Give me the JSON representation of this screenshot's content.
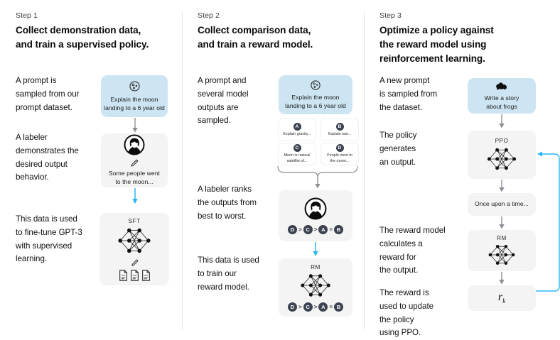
{
  "colors": {
    "prompt_box": "#cde5f2",
    "panel": "#f4f4f4",
    "arrow_gray": "#8e8e96",
    "arrow_blue": "#29b6f6",
    "badge": "#3b4250",
    "divider": "#e2e2e2"
  },
  "steps": [
    {
      "label": "Step 1",
      "title": "Collect demonstration data,\nand train a supervised policy.",
      "captions": [
        "A prompt is\nsampled from our\nprompt dataset.",
        "A labeler\ndemonstrates the\ndesired output\nbehavior.",
        "This data is used\nto fine-tune GPT-3\nwith supervised\nlearning."
      ],
      "prompt_box": {
        "icon": "moon-icon",
        "text": "Explain the moon\nlanding to a 6 year old"
      },
      "labeler_box": {
        "icon": "labeler-avatar-icon",
        "pencil": "pencil-icon",
        "text": "Some people went\nto the moon..."
      },
      "model_box": {
        "label": "SFT",
        "icon": "neural-network-icon",
        "pencil": "pencil-icon",
        "docs": "documents-icon"
      }
    },
    {
      "label": "Step 2",
      "title": "Collect comparison data,\nand train a reward model.",
      "captions": [
        "A prompt and\nseveral model\noutputs are\nsampled.",
        "A labeler ranks\nthe outputs from\nbest to worst.",
        "This data is used\nto train our\nreward model."
      ],
      "prompt_box": {
        "icon": "moon-icon",
        "text": "Explain the moon\nlanding to a 6 year old"
      },
      "options": [
        {
          "letter": "A",
          "text": "Explain gravity..."
        },
        {
          "letter": "B",
          "text": "Explain war..."
        },
        {
          "letter": "C",
          "text": "Moon is natural\nsatellite of..."
        },
        {
          "letter": "D",
          "text": "People went to\nthe moon..."
        }
      ],
      "ranking_box": {
        "icon": "labeler-avatar-icon",
        "ranking": [
          "D",
          ">",
          "C",
          ">",
          "A",
          "=",
          "B"
        ]
      },
      "model_box": {
        "label": "RM",
        "icon": "neural-network-icon",
        "ranking": [
          "D",
          ">",
          "C",
          ">",
          "A",
          "=",
          "B"
        ]
      }
    },
    {
      "label": "Step 3",
      "title": "Optimize a policy against\nthe reward model using\nreinforcement learning.",
      "captions": [
        "A new prompt\nis sampled from\nthe dataset.",
        "The policy\ngenerates\nan output.",
        "The reward model\ncalculates a\nreward for\nthe output.",
        "The reward is\nused to update\nthe policy\nusing PPO."
      ],
      "prompt_box": {
        "icon": "frog-icon",
        "text": "Write a story\nabout frogs"
      },
      "policy_box": {
        "label": "PPO",
        "icon": "neural-network-icon"
      },
      "output_box": {
        "text": "Once upon a time..."
      },
      "reward_model_box": {
        "label": "RM",
        "icon": "neural-network-icon"
      },
      "reward_box": {
        "symbol": "r",
        "subscript": "k"
      }
    }
  ]
}
